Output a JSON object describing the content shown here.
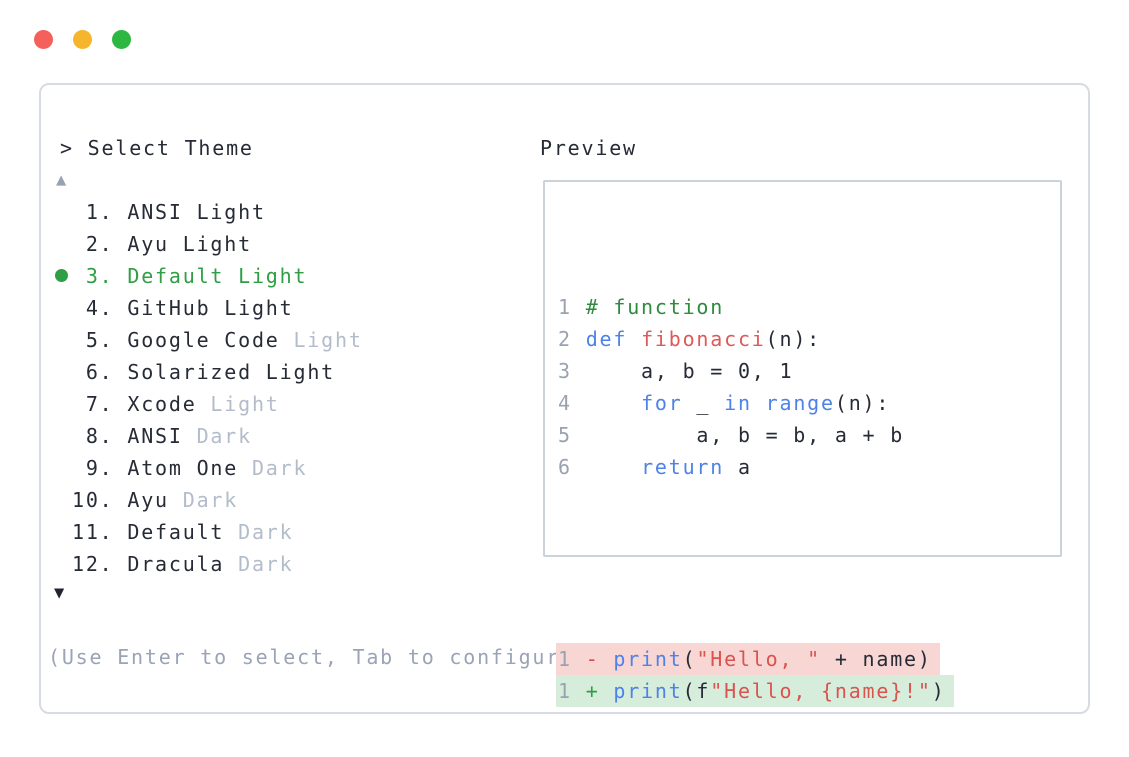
{
  "window": {
    "traffic_lights": [
      {
        "name": "close",
        "color": "#f4605b"
      },
      {
        "name": "minimize",
        "color": "#f5b52d"
      },
      {
        "name": "zoom",
        "color": "#2cb742"
      }
    ]
  },
  "theme_picker": {
    "prompt": "> Select Theme",
    "scroll_up_icon": "▲",
    "scroll_down_icon": "▼",
    "items": [
      {
        "number": "1",
        "name": "ANSI",
        "variant": "Light",
        "variant_muted": false,
        "selected": false
      },
      {
        "number": "2",
        "name": "Ayu",
        "variant": "Light",
        "variant_muted": false,
        "selected": false
      },
      {
        "number": "3",
        "name": "Default",
        "variant": "Light",
        "variant_muted": false,
        "selected": true
      },
      {
        "number": "4",
        "name": "GitHub",
        "variant": "Light",
        "variant_muted": false,
        "selected": false
      },
      {
        "number": "5",
        "name": "Google Code",
        "variant": "Light",
        "variant_muted": true,
        "selected": false
      },
      {
        "number": "6",
        "name": "Solarized",
        "variant": "Light",
        "variant_muted": false,
        "selected": false
      },
      {
        "number": "7",
        "name": "Xcode",
        "variant": "Light",
        "variant_muted": true,
        "selected": false
      },
      {
        "number": "8",
        "name": "ANSI",
        "variant": "Dark",
        "variant_muted": true,
        "selected": false
      },
      {
        "number": "9",
        "name": "Atom One",
        "variant": "Dark",
        "variant_muted": true,
        "selected": false
      },
      {
        "number": "10",
        "name": "Ayu",
        "variant": "Dark",
        "variant_muted": true,
        "selected": false
      },
      {
        "number": "11",
        "name": "Default",
        "variant": "Dark",
        "variant_muted": true,
        "selected": false
      },
      {
        "number": "12",
        "name": "Dracula",
        "variant": "Dark",
        "variant_muted": true,
        "selected": false
      }
    ],
    "hint": "(Use Enter to select, Tab to configure scope, Esc to close)"
  },
  "preview": {
    "title": "Preview",
    "code_lines": [
      {
        "no": "1",
        "segments": [
          {
            "t": "# function",
            "c": "comment"
          }
        ]
      },
      {
        "no": "2",
        "segments": [
          {
            "t": "def",
            "c": "kw"
          },
          {
            "t": " ",
            "c": "plain"
          },
          {
            "t": "fibonacci",
            "c": "fn"
          },
          {
            "t": "(n):",
            "c": "plain"
          }
        ]
      },
      {
        "no": "3",
        "segments": [
          {
            "t": "    a, b = 0, 1",
            "c": "plain"
          }
        ]
      },
      {
        "no": "4",
        "segments": [
          {
            "t": "    ",
            "c": "plain"
          },
          {
            "t": "for",
            "c": "kw"
          },
          {
            "t": " _ ",
            "c": "plain"
          },
          {
            "t": "in",
            "c": "kw"
          },
          {
            "t": " ",
            "c": "plain"
          },
          {
            "t": "range",
            "c": "kw"
          },
          {
            "t": "(n):",
            "c": "plain"
          }
        ]
      },
      {
        "no": "5",
        "segments": [
          {
            "t": "        a, b = b, a + b",
            "c": "plain"
          }
        ]
      },
      {
        "no": "6",
        "segments": [
          {
            "t": "    ",
            "c": "plain"
          },
          {
            "t": "return",
            "c": "kw"
          },
          {
            "t": " a",
            "c": "plain"
          }
        ]
      }
    ],
    "diff_lines": [
      {
        "no": "1",
        "sign": "-",
        "type": "removed",
        "segments": [
          {
            "t": "print",
            "c": "kw"
          },
          {
            "t": "(",
            "c": "plain"
          },
          {
            "t": "\"Hello, \"",
            "c": "str"
          },
          {
            "t": " + name)",
            "c": "plain"
          }
        ]
      },
      {
        "no": "1",
        "sign": "+",
        "type": "added",
        "segments": [
          {
            "t": "print",
            "c": "kw"
          },
          {
            "t": "(f",
            "c": "plain"
          },
          {
            "t": "\"Hello, {name}!\"",
            "c": "str"
          },
          {
            "t": ")",
            "c": "plain"
          }
        ]
      }
    ]
  },
  "colors": {
    "accent_green": "#2f9e44",
    "keyword_blue": "#4d82e8",
    "string_red": "#d9534f",
    "comment_green": "#2e8b3e",
    "muted_gray": "#b3bcca",
    "hint_gray": "#9aa4b6",
    "line_number_gray": "#9aa2b0",
    "diff_removed_bg": "#f8d6d3",
    "diff_added_bg": "#d7eddc",
    "panel_border": "#d7dbe2",
    "preview_border": "#ccd2da"
  }
}
